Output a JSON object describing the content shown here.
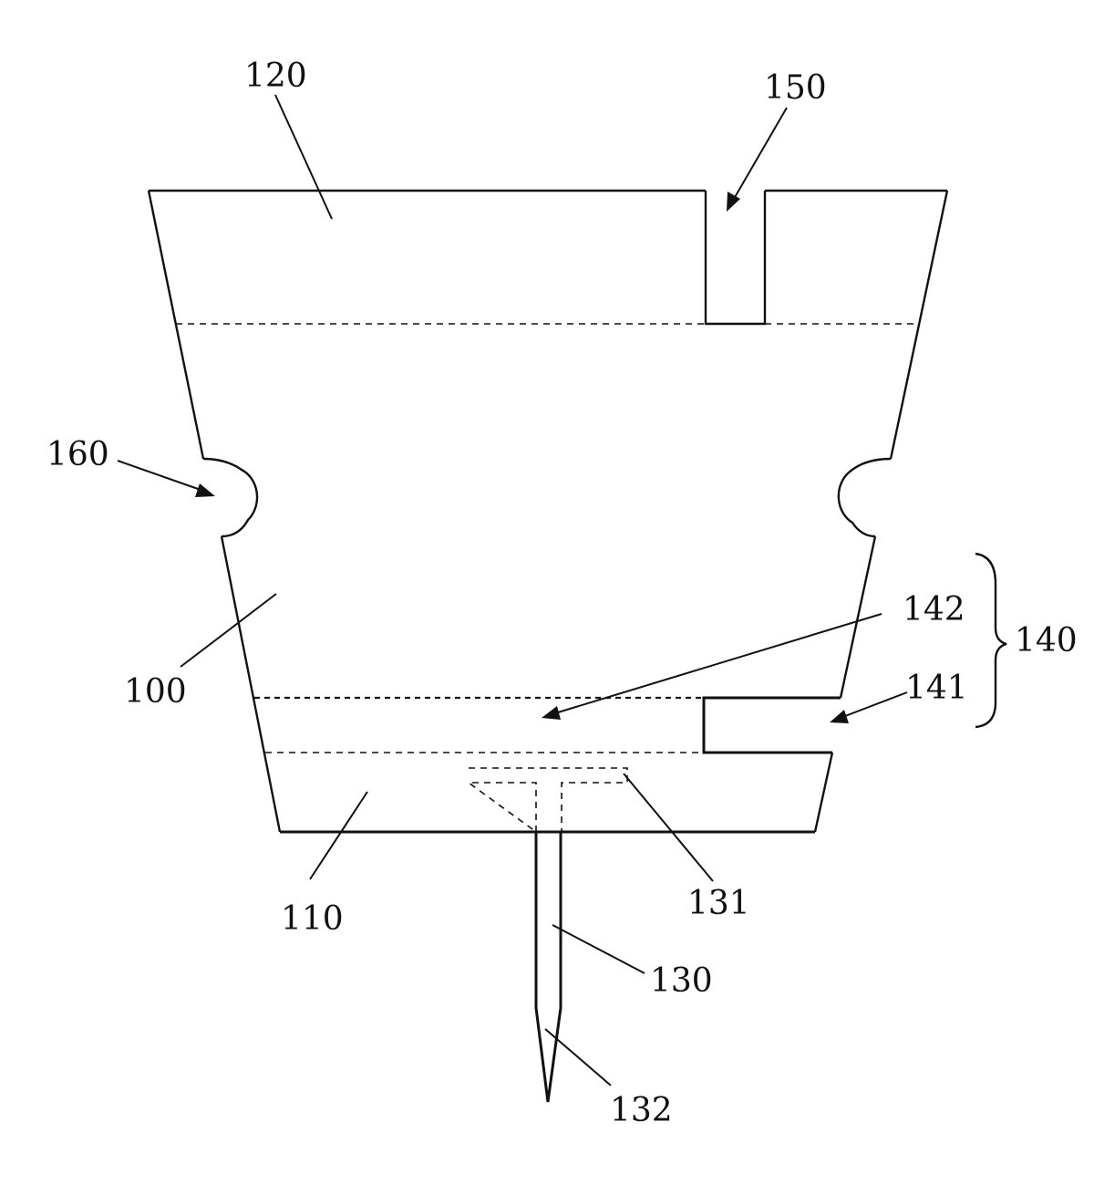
{
  "figure": {
    "labels": {
      "l100": "100",
      "l110": "110",
      "l120": "120",
      "l130": "130",
      "l131": "131",
      "l132": "132",
      "l140": "140",
      "l141": "141",
      "l142": "142",
      "l150": "150",
      "l160": "160"
    }
  }
}
